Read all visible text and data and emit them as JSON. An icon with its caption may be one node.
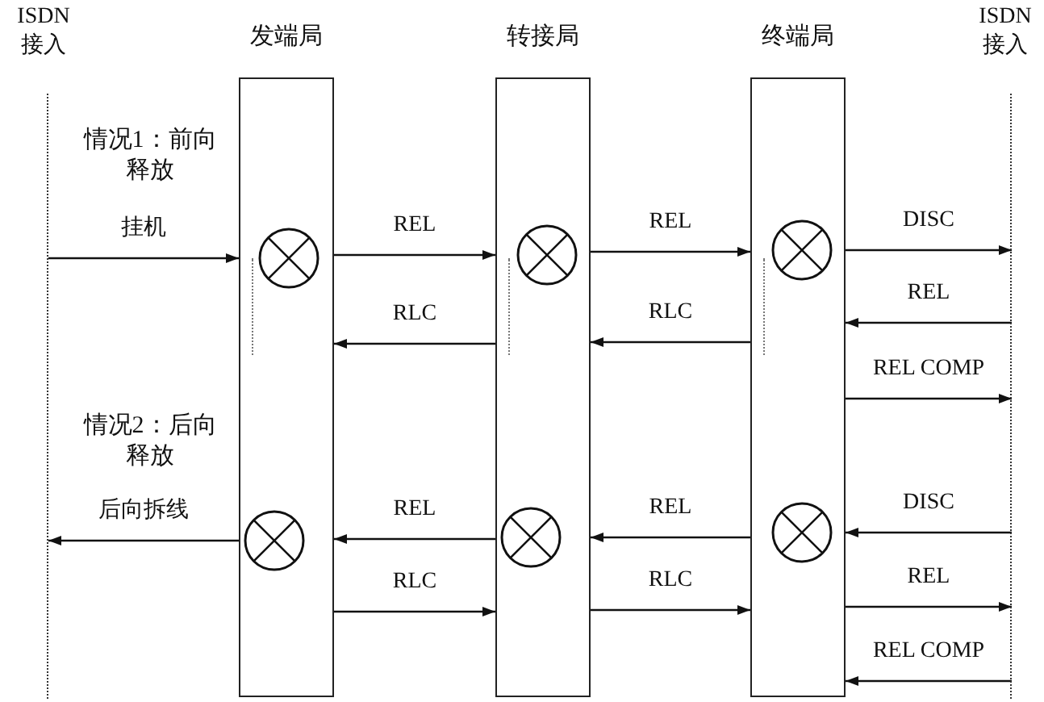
{
  "diagram": {
    "nodes": [
      {
        "text": [
          "ISDN 接入"
        ]
      },
      {
        "text": [
          "发端局"
        ]
      },
      {
        "text": [
          "转接局"
        ]
      },
      {
        "text": [
          "终端局"
        ]
      },
      {
        "text": [
          "ISDN 接入"
        ]
      },
      {
        "text": [],
        "shape": "circle",
        "in": 1
      },
      {
        "text": [],
        "shape": "circle",
        "in": 2
      },
      {
        "text": [],
        "shape": "circle",
        "in": 3
      },
      {
        "text": [],
        "shape": "circle",
        "in": 1
      },
      {
        "text": [],
        "shape": "circle",
        "in": 2
      },
      {
        "text": [],
        "shape": "circle",
        "in": 3
      }
    ],
    "edges": [
      {
        "from": 0,
        "to": 1,
        "arrow": "to",
        "label": "挂机"
      },
      {
        "from": 1,
        "to": 2,
        "arrow": "to",
        "label": "REL"
      },
      {
        "from": 2,
        "to": 3,
        "arrow": "to",
        "label": "REL"
      },
      {
        "from": 3,
        "to": 4,
        "arrow": "to",
        "label": "DISC"
      },
      {
        "from": 4,
        "to": 3,
        "arrow": "to",
        "label": "REL"
      },
      {
        "from": 3,
        "to": 2,
        "arrow": "to",
        "label": "RLC"
      },
      {
        "from": 2,
        "to": 1,
        "arrow": "to",
        "label": "RLC"
      },
      {
        "from": 3,
        "to": 4,
        "arrow": "to",
        "label": "REL COMP"
      },
      {
        "from": 1,
        "to": 0,
        "arrow": "to",
        "label": "后向拆线"
      },
      {
        "from": 2,
        "to": 1,
        "arrow": "to",
        "label": "REL"
      },
      {
        "from": 3,
        "to": 2,
        "arrow": "to",
        "label": "REL"
      },
      {
        "from": 4,
        "to": 3,
        "arrow": "to",
        "label": "DISC"
      },
      {
        "from": 1,
        "to": 2,
        "arrow": "to",
        "label": "RLC"
      },
      {
        "from": 2,
        "to": 3,
        "arrow": "to",
        "label": "RLC"
      },
      {
        "from": 3,
        "to": 4,
        "arrow": "to",
        "label": "REL"
      },
      {
        "from": 4,
        "to": 3,
        "arrow": "to",
        "label": "REL COMP"
      }
    ],
    "labels": [
      "情况1：前向释放",
      "情况2：后向释放"
    ]
  }
}
